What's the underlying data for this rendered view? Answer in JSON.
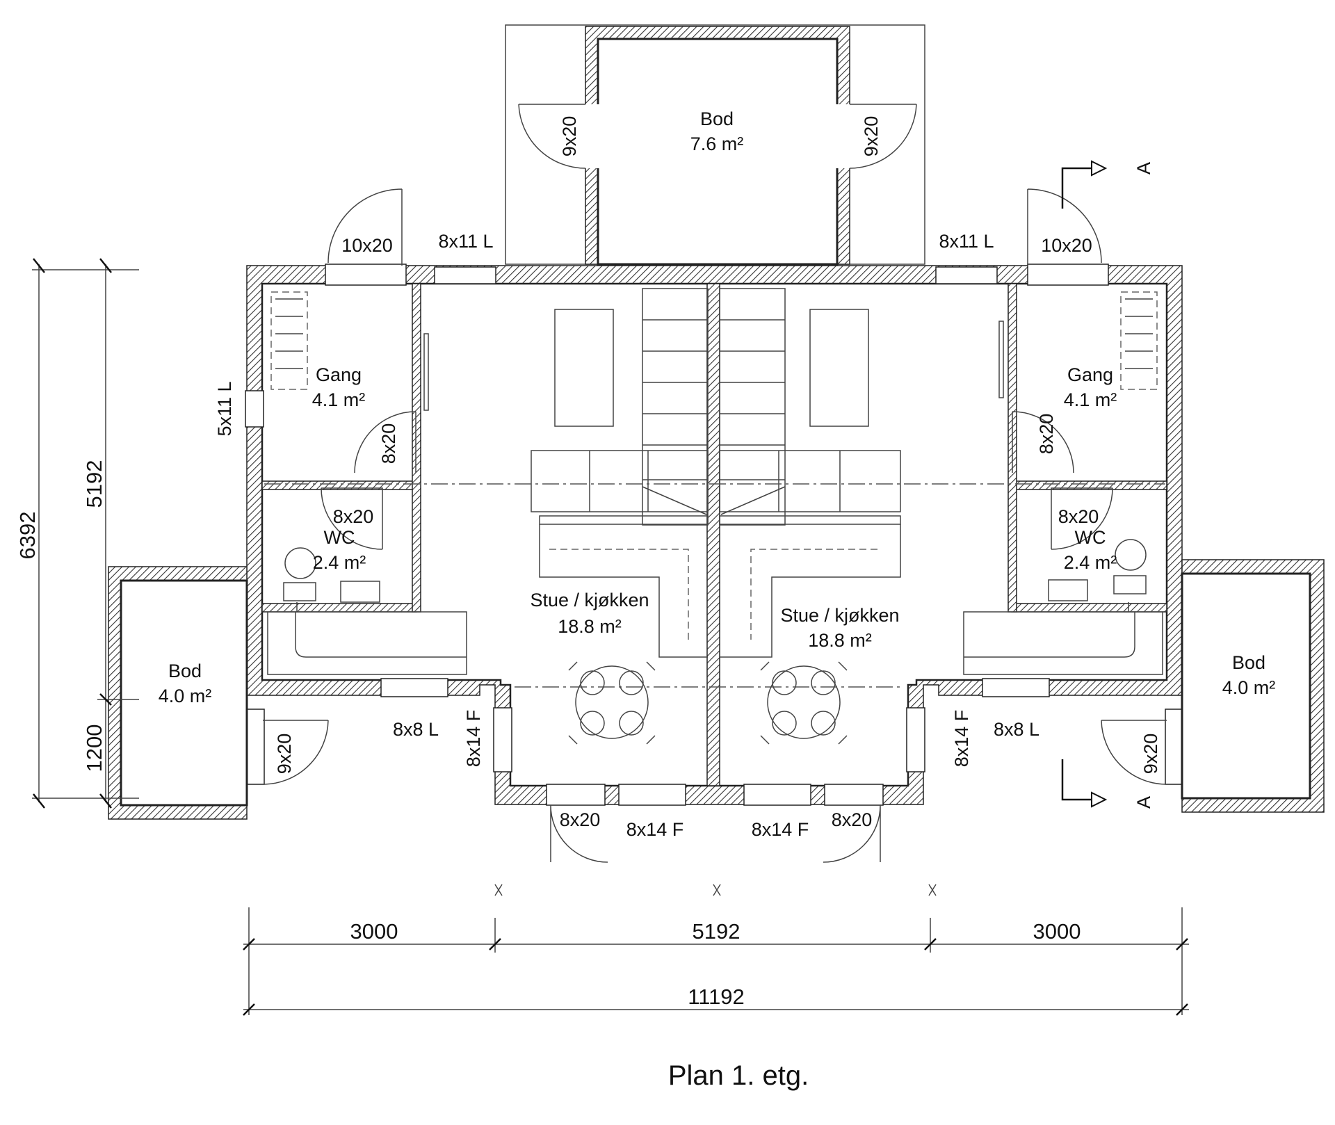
{
  "title": "Plan 1. etg.",
  "rooms": {
    "bod_top": {
      "name": "Bod",
      "area": "7.6 m²"
    },
    "gang_left": {
      "name": "Gang",
      "area": "4.1 m²"
    },
    "gang_right": {
      "name": "Gang",
      "area": "4.1 m²"
    },
    "wc_left": {
      "name": "WC",
      "area": "2.4 m²"
    },
    "wc_right": {
      "name": "WC",
      "area": "2.4 m²"
    },
    "stue_left": {
      "name": "Stue / kjøkken",
      "area": "18.8 m²"
    },
    "stue_right": {
      "name": "Stue / kjøkken",
      "area": "18.8 m²"
    },
    "bod_left": {
      "name": "Bod",
      "area": "4.0 m²"
    },
    "bod_right": {
      "name": "Bod",
      "area": "4.0 m²"
    }
  },
  "openings": {
    "bod_top_door_left": "9x20",
    "bod_top_door_right": "9x20",
    "entry_door_left": "10x20",
    "entry_door_right": "10x20",
    "window_top_left": "8x11 L",
    "window_top_right": "8x11 L",
    "window_gang_left": "5x11 L",
    "gang_door_left": "8x20",
    "gang_door_right": "8x20",
    "wc_door_left": "8x20",
    "wc_door_right": "8x20",
    "bod_door_left": "9x20",
    "bod_door_right": "9x20",
    "window_bottom_left": "8x8 L",
    "window_bottom_right": "8x8 L",
    "window_bay_left": "8x14 F",
    "window_bay_right": "8x14 F",
    "terrace_door_left": "8x20",
    "terrace_door_right": "8x20",
    "window_front_left": "8x14 F",
    "window_front_right": "8x14 F"
  },
  "section": {
    "mark_top": "A",
    "mark_bottom": "A"
  },
  "dimensions": {
    "horizontal": [
      "3000",
      "5192",
      "3000"
    ],
    "total": "11192",
    "vertical_total": "6392",
    "vertical_main": "5192",
    "vertical_bod": "1200"
  }
}
